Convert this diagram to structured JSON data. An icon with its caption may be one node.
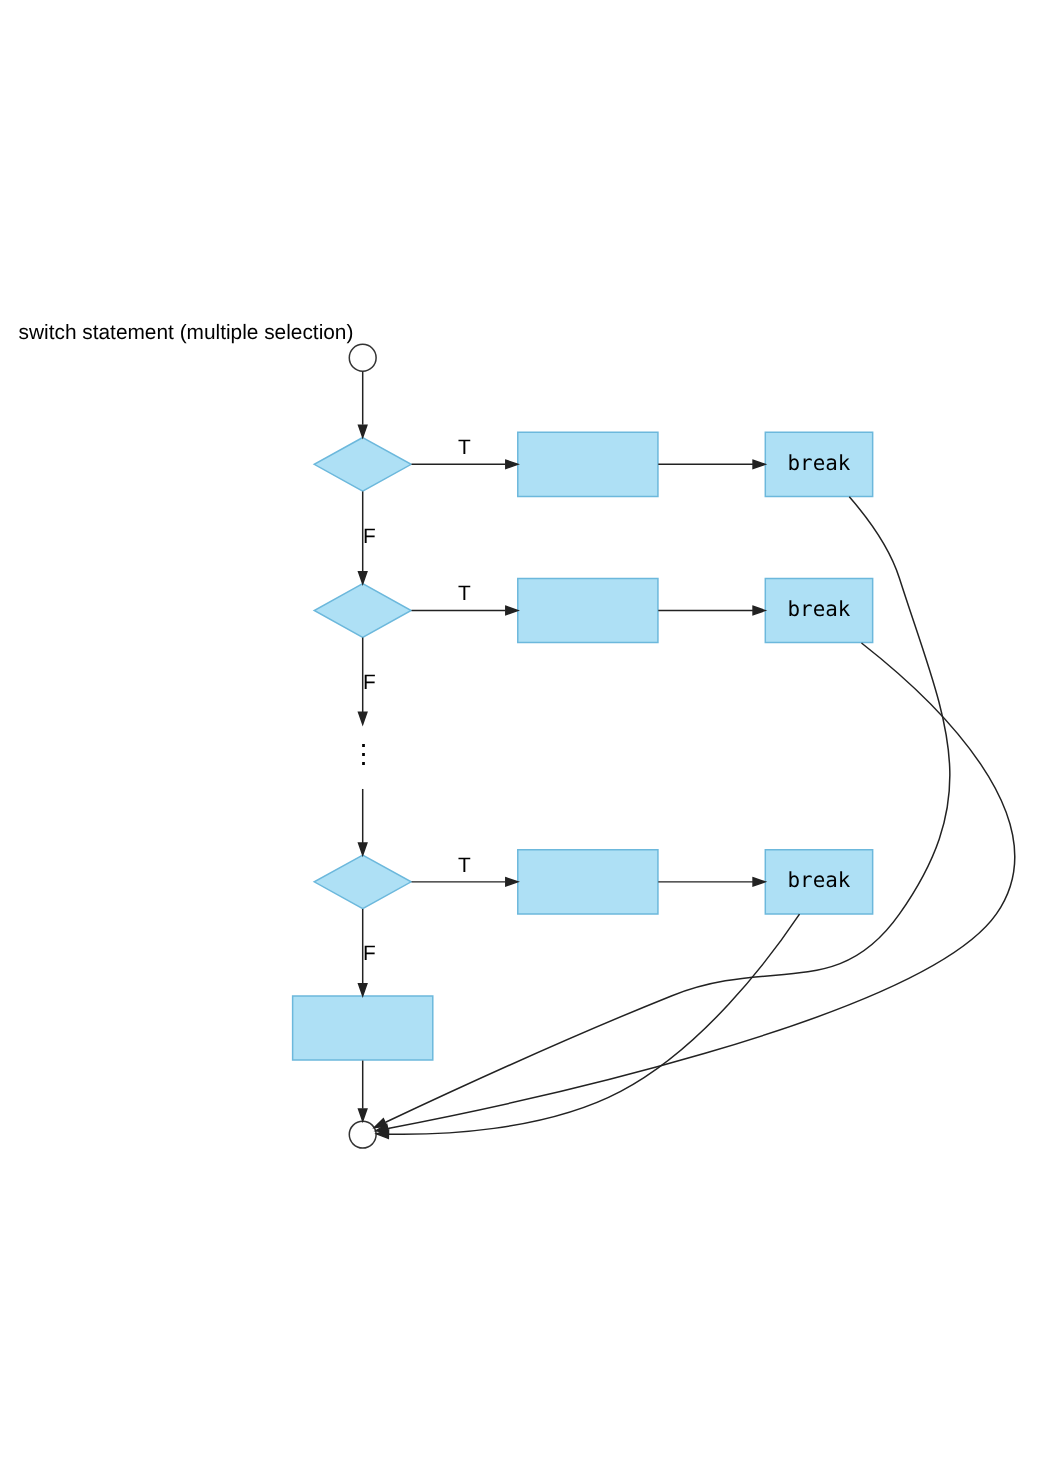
{
  "diagram": {
    "nodes": [
      {
        "text": [],
        "shape": "circle",
        "beside": [
          "switch statement (multiple selection)"
        ]
      },
      {
        "text": [],
        "shape": "diamond"
      },
      {
        "text": [],
        "shape": "box"
      },
      {
        "text": [
          "break"
        ]
      },
      {
        "text": [],
        "shape": "diamond"
      },
      {
        "text": [],
        "shape": "box"
      },
      {
        "text": [
          "break"
        ]
      },
      {
        "text": [
          "⋮"
        ]
      },
      {
        "text": [],
        "shape": "diamond"
      },
      {
        "text": [],
        "shape": "box"
      },
      {
        "text": [
          "break"
        ]
      },
      {
        "text": [],
        "shape": "box"
      },
      {
        "text": [],
        "shape": "circle"
      }
    ],
    "edges": [
      {
        "from": 0,
        "to": 1,
        "arrow": "to"
      },
      {
        "from": 1,
        "to": 2,
        "arrow": "to",
        "label": "T"
      },
      {
        "from": 2,
        "to": 3,
        "arrow": "to"
      },
      {
        "from": 3,
        "to": 12,
        "arrow": "to"
      },
      {
        "from": 1,
        "to": 4,
        "arrow": "to",
        "label": "F"
      },
      {
        "from": 4,
        "to": 5,
        "arrow": "to",
        "label": "T"
      },
      {
        "from": 5,
        "to": 6,
        "arrow": "to"
      },
      {
        "from": 6,
        "to": 12,
        "arrow": "to"
      },
      {
        "from": 4,
        "to": 7,
        "arrow": "to",
        "label": "F"
      },
      {
        "from": 7,
        "to": 8,
        "arrow": "to"
      },
      {
        "from": 8,
        "to": 9,
        "arrow": "to",
        "label": "T"
      },
      {
        "from": 9,
        "to": 10,
        "arrow": "to"
      },
      {
        "from": 10,
        "to": 12,
        "arrow": "to"
      },
      {
        "from": 8,
        "to": 11,
        "arrow": "to",
        "label": "F"
      },
      {
        "from": 11,
        "to": 12,
        "arrow": "to"
      }
    ]
  }
}
